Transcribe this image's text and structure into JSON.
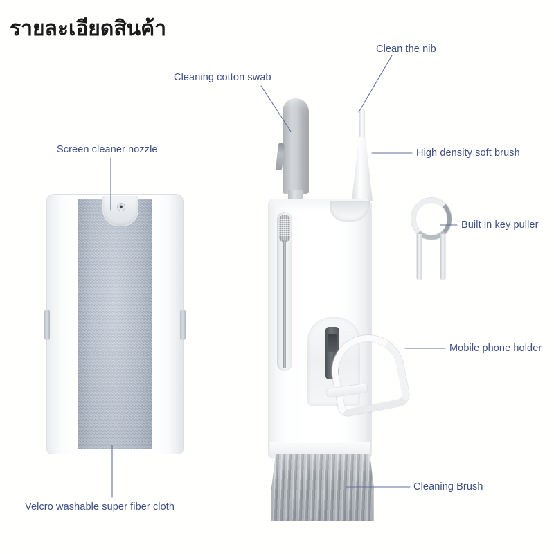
{
  "page": {
    "title": "รายละเอียดสินค้า",
    "background_color": "#ffffff",
    "label_color": "#3e4f82",
    "leader_line_color": "#5f6f9e"
  },
  "products": [
    {
      "name": "screen-cleaner-spray-bottle",
      "parts": [
        "nozzle",
        "microfiber-cloth-panel",
        "side-grip-tabs"
      ],
      "cloth_color": "#b2bdcb",
      "shell_color": "#ffffff"
    },
    {
      "name": "multifunction-cleaning-pen",
      "parts": [
        "cleaning-cotton-swab",
        "nib-cleaning-cone",
        "high-density-soft-brush",
        "mobile-phone-holder",
        "cleaning-brush-bristles"
      ],
      "body_color": "#ffffff",
      "brush_color": "#a3a8ac"
    },
    {
      "name": "key-puller-ring",
      "parts": [
        "ring",
        "prong-left",
        "prong-right"
      ],
      "color": "#eceef0"
    }
  ],
  "callouts": [
    {
      "id": "cleaning-cotton-swab",
      "label": "Cleaning cotton swab",
      "side": "top-left"
    },
    {
      "id": "clean-the-nib",
      "label": "Clean the nib",
      "side": "top-right"
    },
    {
      "id": "screen-cleaner-nozzle",
      "label": "Screen cleaner nozzle",
      "side": "left"
    },
    {
      "id": "high-density-soft-brush",
      "label": "High density soft brush",
      "side": "right"
    },
    {
      "id": "built-in-key-puller",
      "label": "Built in key puller",
      "side": "right"
    },
    {
      "id": "mobile-phone-holder",
      "label": "Mobile phone holder",
      "side": "right"
    },
    {
      "id": "cleaning-brush",
      "label": "Cleaning Brush",
      "side": "bottom-right"
    },
    {
      "id": "velcro-cloth",
      "label": "Velcro washable super fiber cloth",
      "side": "bottom-left"
    }
  ]
}
